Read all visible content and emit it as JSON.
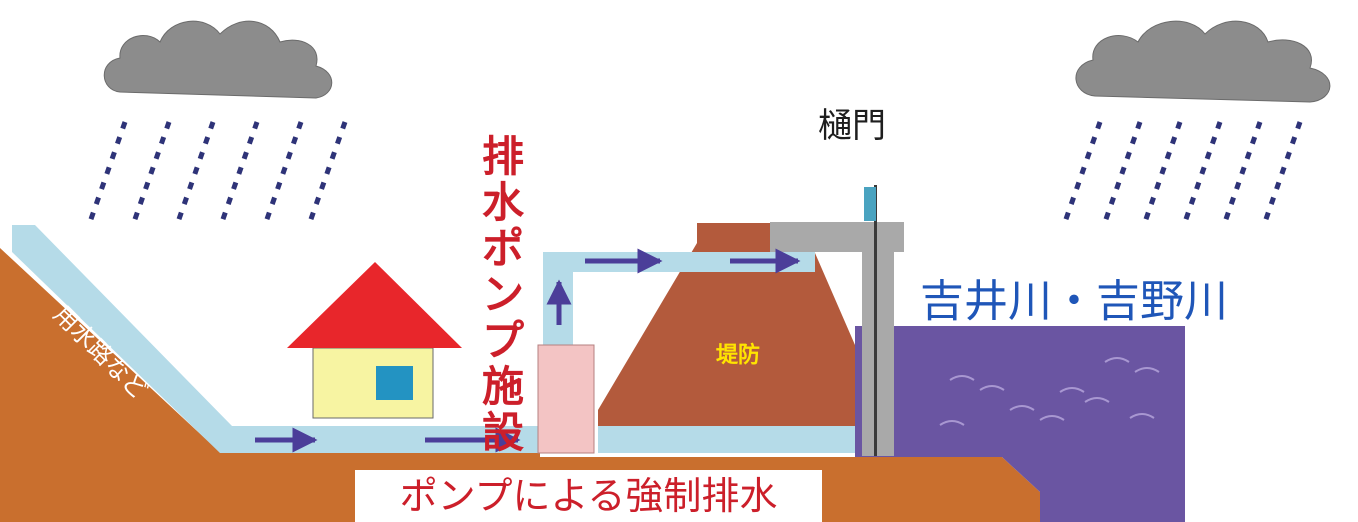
{
  "labels": {
    "gate": "樋門",
    "pump_facility": "排水ポンプ施設",
    "river": "吉井川・吉野川",
    "channel": "用水路など",
    "levee": "堤防",
    "bottom_caption": "ポンプによる強制排水"
  },
  "colors": {
    "ground": "#c96f2e",
    "levee": "#b35a3c",
    "channel_water": "#b5dbe8",
    "river_water": "#6a55a2",
    "flow_arrow": "#4b3e99",
    "rain": "#2e3378",
    "cloud": "#8c8c8c",
    "house_roof": "#e8262b",
    "house_wall": "#f7f4a2",
    "house_window": "#2393c2",
    "pump_box": "#f3c4c4",
    "gate_frame": "#a9a9a9",
    "gate_post": "#4aa3c0",
    "label_red": "#cc1f2a",
    "label_blue": "#1f56b8",
    "label_yellow": "#ffe400"
  },
  "icons": {
    "cloud": "cloud-icon",
    "rain": "rain-icon",
    "house": "house-icon",
    "arrow": "flow-arrow-icon"
  }
}
